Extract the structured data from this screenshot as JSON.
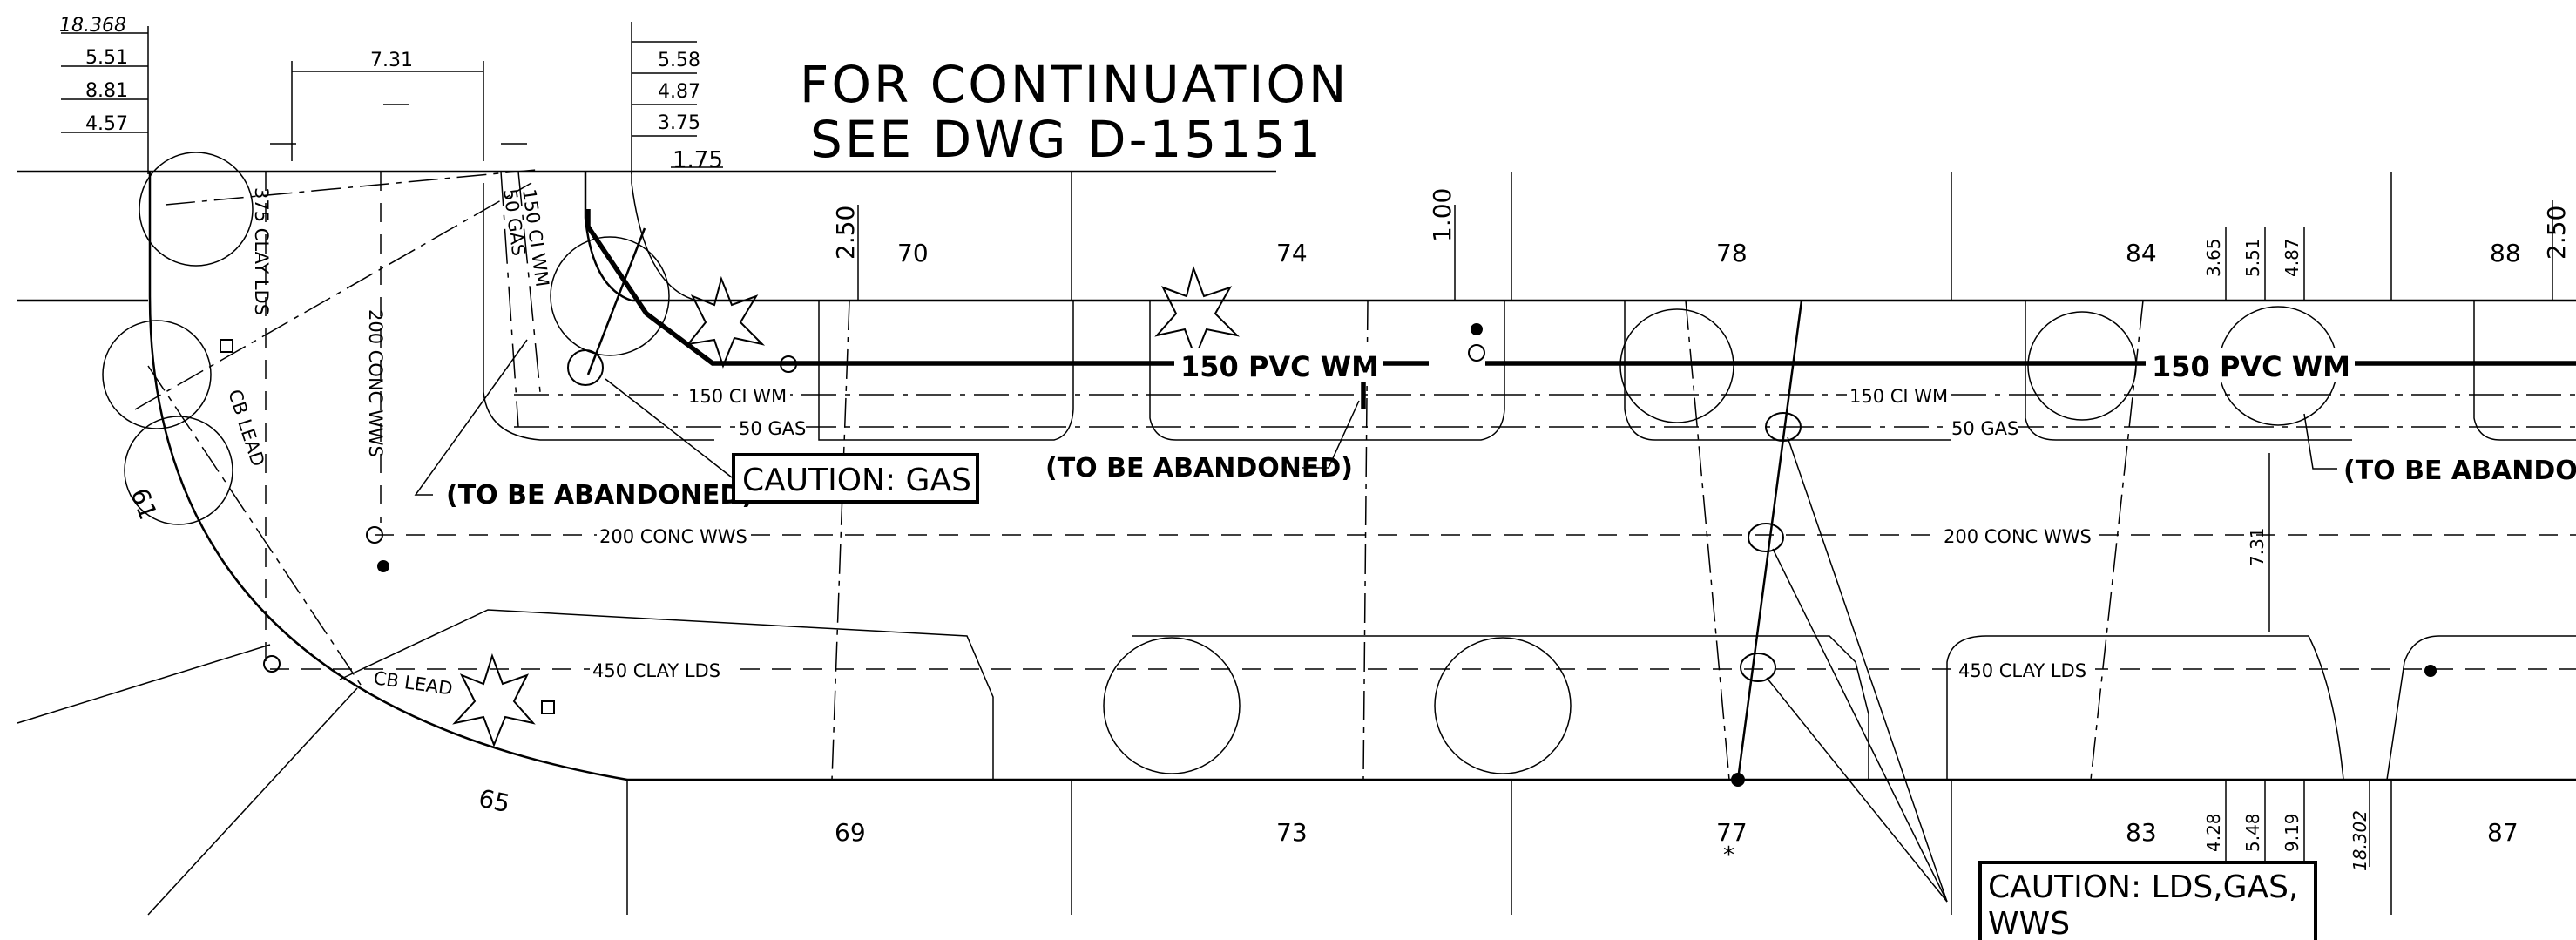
{
  "drawing": {
    "title_line1": "FOR CONTINUATION",
    "title_line2": "SEE DWG D-15151"
  },
  "dimensions_top_left": [
    "18.368",
    "5.51",
    "8.81",
    "4.57"
  ],
  "dimension_middle": "7.31",
  "dimensions_top_right": [
    "5.58",
    "4.87",
    "3.75",
    "1.75"
  ],
  "offsets": {
    "d250a": "2.50",
    "d100": "1.00",
    "d365": "3.65",
    "d551": "5.51",
    "d487": "4.87",
    "d250b": "2.50",
    "d731v": "7.31",
    "d428": "4.28",
    "d548": "5.48",
    "d919": "9.19",
    "d18302": "18.302"
  },
  "lots_north": [
    "70",
    "74",
    "78",
    "84",
    "88"
  ],
  "lots_south": [
    "69",
    "73",
    "77",
    "83",
    "87"
  ],
  "lots_corner": [
    "61",
    "65"
  ],
  "utilities": {
    "wm_pvc_1": "150 PVC WM",
    "wm_pvc_2": "150 PVC WM",
    "ci_wm_1": "150 CI WM",
    "ci_wm_2": "150 CI WM",
    "ci_wm_vert": "150 CI WM",
    "gas_1": "50 GAS",
    "gas_2": "50 GAS",
    "gas_vert": "50 GAS",
    "wws_1": "200 CONC WWS",
    "wws_2": "200 CONC WWS",
    "wws_vert": "200 CONC WWS",
    "lds_1": "450 CLAY LDS",
    "lds_2": "450 CLAY LDS",
    "lds_vert": "375 CLAY LDS",
    "cb_lead_1": "CB LEAD",
    "cb_lead_2": "CB LEAD"
  },
  "notes": {
    "abandoned_1": "(TO BE ABANDONED)",
    "abandoned_2": "(TO BE ABANDONED)",
    "abandoned_3": "(TO BE ABANDONED",
    "caution_gas": "CAUTION: GAS",
    "caution_multi_1": "CAUTION: LDS,GAS,",
    "caution_multi_2": "WWS",
    "star": "*"
  }
}
